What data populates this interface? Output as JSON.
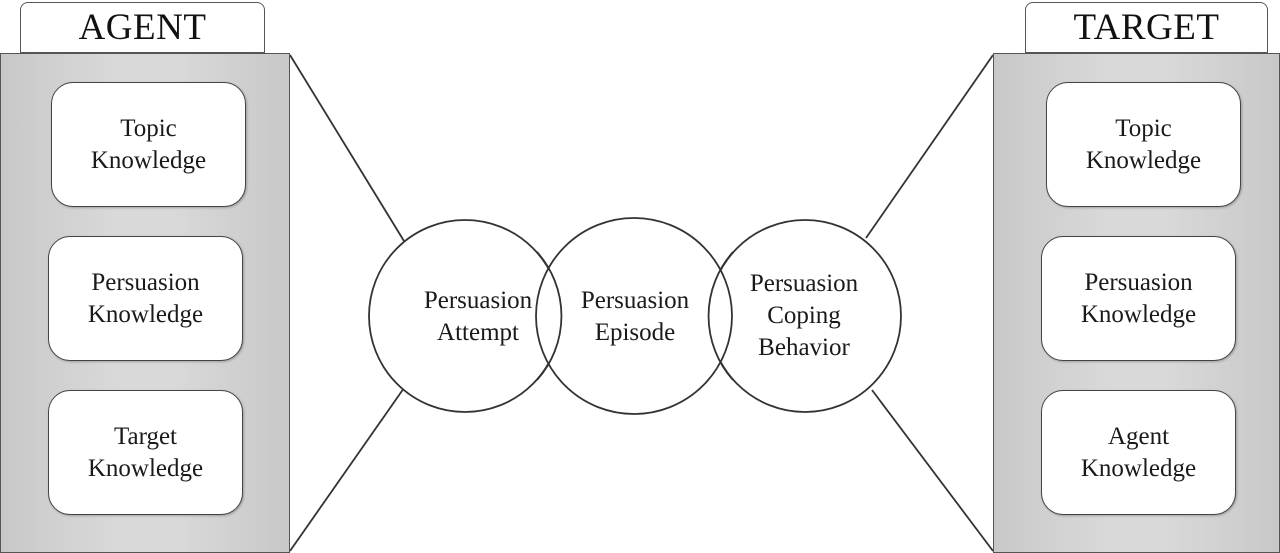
{
  "agent": {
    "title": "AGENT",
    "items": [
      "Topic\nKnowledge",
      "Persuasion\nKnowledge",
      "Target\nKnowledge"
    ]
  },
  "target": {
    "title": "TARGET",
    "items": [
      "Topic\nKnowledge",
      "Persuasion\nKnowledge",
      "Agent\nKnowledge"
    ]
  },
  "circles": [
    "Persuasion\nAttempt",
    "Persuasion\nEpisode",
    "Persuasion\nCoping\nBehavior"
  ],
  "colors": {
    "panel_fill": "#d9d9d9",
    "line": "#333333",
    "box_fill": "#ffffff"
  }
}
